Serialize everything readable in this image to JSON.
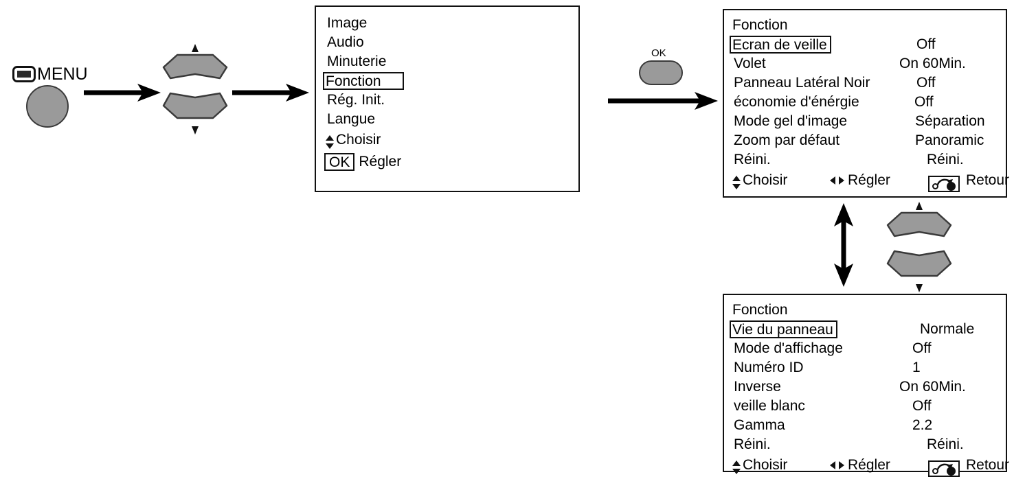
{
  "diagram": {
    "title": "Fonction menu navigation (OSD)",
    "keys": {
      "menu_button": {
        "label": "MENU",
        "icon": "menu-badge-icon"
      },
      "ok_button": {
        "label": "OK",
        "icon": "ok-pill-icon"
      },
      "rocker_up_icon": "rocker-up-icon",
      "rocker_down_icon": "rocker-down-icon",
      "arrow_right_icon": "arrow-right-icon",
      "arrow_updown_icon": "arrow-up-down-icon"
    },
    "hint_labels": {
      "choisir": "Choisir",
      "regler": "Régler",
      "retour": "Retour",
      "regler_ok": "Régler",
      "ok_badge": "OK"
    },
    "menus": {
      "main": {
        "items": [
          {
            "label": "Image",
            "selected": false
          },
          {
            "label": "Audio",
            "selected": false
          },
          {
            "label": "Minuterie",
            "selected": false
          },
          {
            "label": "Fonction",
            "selected": true
          },
          {
            "label": "Rég. Init.",
            "selected": false
          },
          {
            "label": "Langue",
            "selected": false
          }
        ],
        "hints": [
          {
            "icon": "up-down-arrow-icon",
            "label": "Choisir"
          },
          {
            "icon": "ok-box-icon",
            "label": "Régler",
            "badge": "OK"
          }
        ]
      },
      "fonction_page1": {
        "title": "Fonction",
        "rows": [
          {
            "label": "Ecran de veille",
            "value": "Off",
            "selected": true
          },
          {
            "label": "Volet",
            "value": "On  60Min.",
            "selected": false
          },
          {
            "label": "Panneau Latéral Noir",
            "value": "Off",
            "selected": false
          },
          {
            "label": "économie d'énérgie",
            "value": "Off",
            "selected": false
          },
          {
            "label": "Mode gel d'image",
            "value": "Séparation",
            "selected": false
          },
          {
            "label": "Zoom par défaut",
            "value": "Panoramic",
            "selected": false
          },
          {
            "label": "Réini.",
            "value": "Réini.",
            "selected": false
          }
        ],
        "hints": [
          {
            "icon": "up-down-arrow-icon",
            "label": "Choisir"
          },
          {
            "icon": "left-right-arrow-icon",
            "label": "Régler"
          },
          {
            "icon": "retour-icon",
            "label": "Retour"
          }
        ]
      },
      "fonction_page2": {
        "title": "Fonction",
        "rows": [
          {
            "label": "Vie du panneau",
            "value": "Normale",
            "selected": true
          },
          {
            "label": "Mode d'affichage",
            "value": "Off",
            "selected": false
          },
          {
            "label": "Numéro ID",
            "value": "1",
            "selected": false
          },
          {
            "label": "Inverse",
            "value": "On  60Min.",
            "selected": false
          },
          {
            "label": "veille blanc",
            "value": "Off",
            "selected": false
          },
          {
            "label": "Gamma",
            "value": "2.2",
            "selected": false
          },
          {
            "label": "Réini.",
            "value": "Réini.",
            "selected": false
          }
        ],
        "hints": [
          {
            "icon": "up-down-arrow-icon",
            "label": "Choisir"
          },
          {
            "icon": "left-right-arrow-icon",
            "label": "Régler"
          },
          {
            "icon": "retour-icon",
            "label": "Retour"
          }
        ]
      }
    },
    "colors": {
      "button_fill": "#9a9a9a",
      "button_stroke": "#3a3a3a",
      "ink": "#111111",
      "background": "#ffffff"
    }
  }
}
